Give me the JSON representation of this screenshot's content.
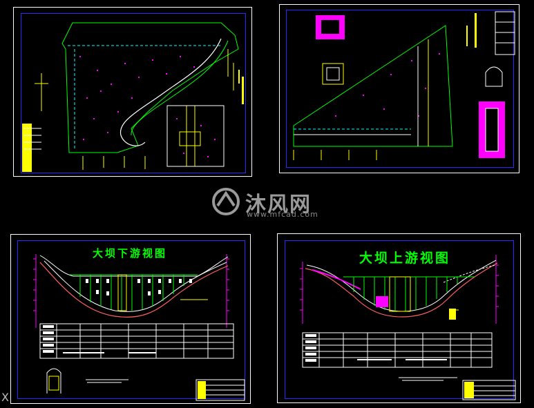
{
  "watermark": {
    "name": "沐风网",
    "url": "www.mfcad.com"
  },
  "sheets": [
    {
      "id": "plan-layout",
      "title": ""
    },
    {
      "id": "profile-section",
      "title": ""
    },
    {
      "id": "dam-downstream-view",
      "title": "大坝下游视图"
    },
    {
      "id": "dam-upstream-view",
      "title": "大坝上游视图"
    }
  ],
  "colors": {
    "background": "#000000",
    "frame": "#2a2aff",
    "line_green": "#00ff00",
    "line_yellow": "#ffff00",
    "line_magenta": "#ff00ff",
    "line_cyan": "#00ffff",
    "line_red": "#ff3030",
    "text_white": "#ffffff"
  },
  "corner_glyph": "X"
}
